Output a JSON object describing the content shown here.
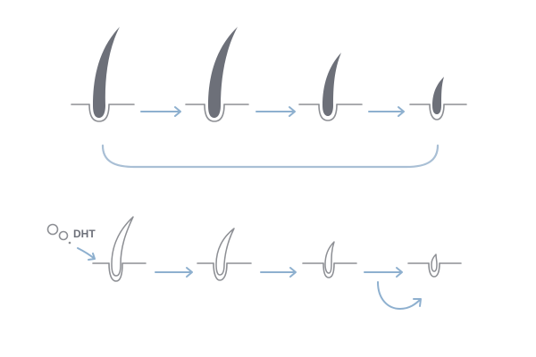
{
  "labels": {
    "dht": "DHT"
  },
  "colors": {
    "hair_dark": "#6d7079",
    "outline": "#8d8f94",
    "arrow": "#8eb0cf",
    "brace": "#a9bfd5",
    "background": "#ffffff"
  },
  "top_row": {
    "stages": 4,
    "hair_style": "dark filled, shrinking"
  },
  "bottom_row": {
    "stages": 4,
    "hair_style": "outlined, shrinking"
  }
}
